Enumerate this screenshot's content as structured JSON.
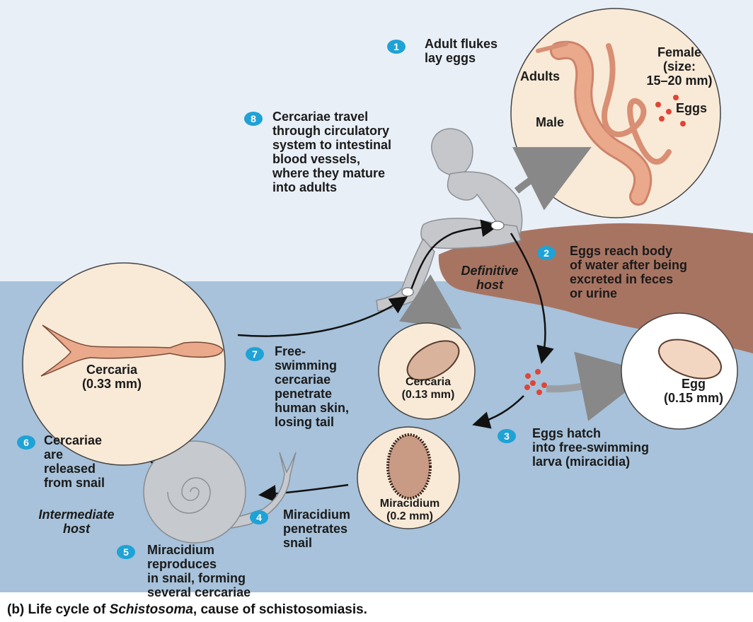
{
  "steps": [
    {
      "num": "1",
      "text": "Adult flukes\nlay eggs"
    },
    {
      "num": "2",
      "text": "Eggs reach body\nof water after being\nexcreted in feces\nor urine"
    },
    {
      "num": "3",
      "text": "Eggs hatch\ninto free-swimming\nlarva (miracidia)"
    },
    {
      "num": "4",
      "text": "Miracidium\npenetrates\nsnail"
    },
    {
      "num": "5",
      "text": "Miracidium\nreproduces\nin snail, forming\nseveral cercariae"
    },
    {
      "num": "6",
      "text": "Cercariae\nare\nreleased\nfrom snail"
    },
    {
      "num": "7",
      "text": "Free-\nswimming\ncercariae\npenetrate\nhuman skin,\nlosing tail"
    },
    {
      "num": "8",
      "text": "Cercariae travel\nthrough circulatory\nsystem to intestinal\nblood vessels,\nwhere they mature\ninto adults"
    }
  ],
  "labels": {
    "adults": "Adults",
    "female": "Female\n(size:\n15–20 mm)",
    "eggs": "Eggs",
    "male": "Male",
    "definitive_host": "Definitive\nhost",
    "intermediate_host": "Intermediate\nhost",
    "cercaria_large": "Cercaria\n(0.33 mm)",
    "cercaria_small": "Cercaria\n(0.13 mm)",
    "egg": "Egg\n(0.15 mm)",
    "miracidium": "Miracidium\n(0.2 mm)"
  },
  "caption": {
    "prefix": "(b) Life cycle of ",
    "genus": "Schistosoma",
    "suffix": ", cause of schistosomiasis."
  },
  "colors": {
    "sky": "#e9eff7",
    "water": "#a7c2da",
    "land": "#a87462",
    "badge": "#1fa2d6",
    "worm": "#e9a98a",
    "circle_fill": "#f8ead7"
  }
}
